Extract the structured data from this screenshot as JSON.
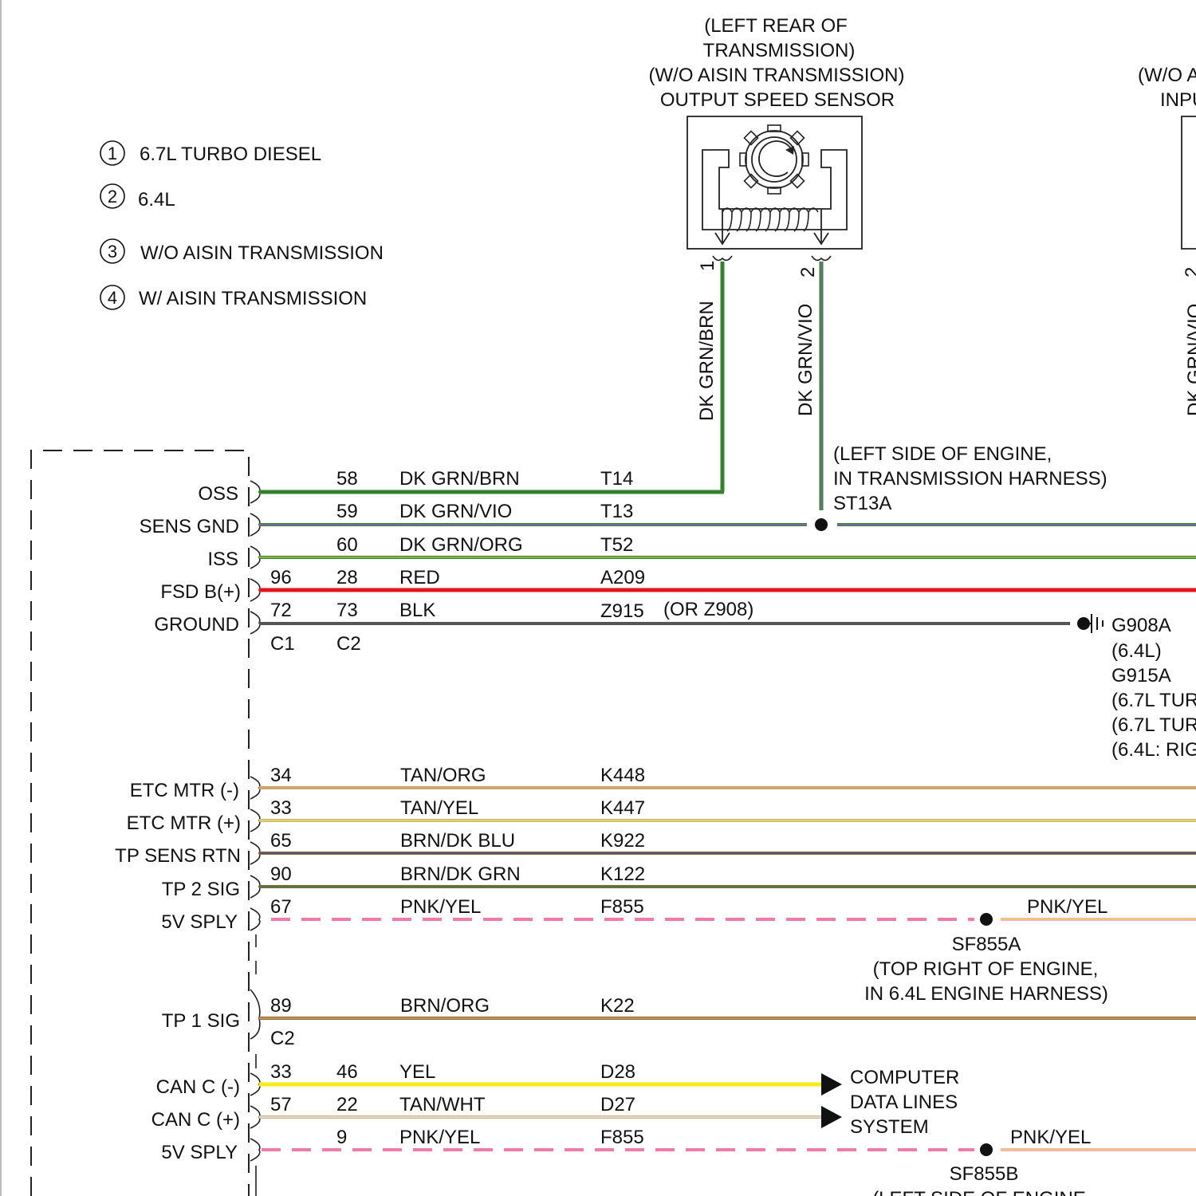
{
  "notes": [
    {
      "num": "1",
      "text": "6.7L TURBO DIESEL"
    },
    {
      "num": "2",
      "text": "6.4L"
    },
    {
      "num": "3",
      "text": "W/O AISIN TRANSMISSION"
    },
    {
      "num": "4",
      "text": "W/ AISIN TRANSMISSION"
    }
  ],
  "oss_sensor": {
    "title_lines": [
      "(LEFT REAR OF",
      "TRANSMISSION)",
      "(W/O AISIN TRANSMISSION)",
      "OUTPUT SPEED SENSOR"
    ],
    "pin1": "1",
    "pin2": "2",
    "wire1_color": "DK GRN/BRN",
    "wire2_color": "DK GRN/VIO"
  },
  "iss_sensor_partial": {
    "title_lines": [
      "(W/O A",
      "INPU"
    ],
    "wire_color": "DK GRN/VIO",
    "pin": "2"
  },
  "upper_connector": {
    "label_c1": "C1",
    "label_c2": "C2",
    "wires": [
      {
        "name": "OSS",
        "pin_c1": "",
        "pin_c2": "58",
        "color": "DK GRN/BRN",
        "circuit": "T14",
        "note": "",
        "stroke": "#2e8a2e",
        "tracer": "#6b4a2a"
      },
      {
        "name": "SENS GND",
        "pin_c1": "",
        "pin_c2": "59",
        "color": "DK GRN/VIO",
        "circuit": "T13",
        "note": "",
        "stroke": "#2e8a2e",
        "tracer": "#9b59c9"
      },
      {
        "name": "ISS",
        "pin_c1": "",
        "pin_c2": "60",
        "color": "DK GRN/ORG",
        "circuit": "T52",
        "note": "",
        "stroke": "#2e8a2e",
        "tracer": "#d6c24a"
      },
      {
        "name": "FSD B(+)",
        "pin_c1": "96",
        "pin_c2": "28",
        "color": "RED",
        "circuit": "A209",
        "note": "",
        "stroke": "#e5151c",
        "tracer": "#e5151c"
      },
      {
        "name": "GROUND",
        "pin_c1": "72",
        "pin_c2": "73",
        "color": "BLK",
        "circuit": "Z915",
        "note": "(OR Z908)",
        "stroke": "#555555",
        "tracer": "#555555"
      }
    ]
  },
  "splice_st13a": {
    "lines": [
      "(LEFT SIDE OF ENGINE,",
      "IN TRANSMISSION HARNESS)",
      "ST13A"
    ]
  },
  "ground_g908a": {
    "lines": [
      "G908A",
      "(6.4L)",
      "G915A",
      "(6.7L TUR",
      "(6.7L TUR",
      "(6.4L: RIG"
    ]
  },
  "middle_connector": {
    "wires": [
      {
        "name": "ETC MTR (-)",
        "pin": "34",
        "color": "TAN/ORG",
        "circuit": "K448",
        "stroke": "#c9a774",
        "tracer": "#e0a050"
      },
      {
        "name": "ETC MTR (+)",
        "pin": "33",
        "color": "TAN/YEL",
        "circuit": "K447",
        "stroke": "#c9b074",
        "tracer": "#e8e050"
      },
      {
        "name": "TP SENS RTN",
        "pin": "65",
        "color": "BRN/DK BLU",
        "circuit": "K922",
        "stroke": "#8a6a3a",
        "tracer": "#3a4a8a"
      },
      {
        "name": "TP 2 SIG",
        "pin": "90",
        "color": "BRN/DK GRN",
        "circuit": "K122",
        "stroke": "#7a6a3a",
        "tracer": "#4a7a3a"
      },
      {
        "name": "5V SPLY",
        "pin": "67",
        "color": "PNK/YEL",
        "circuit": "F855",
        "stroke": "#f07aa8",
        "tracer": "#f07aa8"
      }
    ],
    "right_color": "PNK/YEL"
  },
  "splice_sf855a": {
    "lines": [
      "SF855A",
      "(TOP RIGHT OF ENGINE,",
      "IN 6.4L ENGINE HARNESS)"
    ]
  },
  "tp1": {
    "name": "TP 1 SIG",
    "pin": "89",
    "color": "BRN/ORG",
    "circuit": "K22",
    "connector": "C2"
  },
  "lower_connector": {
    "wires": [
      {
        "name": "CAN C (-)",
        "pin_c1": "33",
        "pin_c2": "46",
        "color": "YEL",
        "circuit": "D28"
      },
      {
        "name": "CAN C (+)",
        "pin_c1": "57",
        "pin_c2": "22",
        "color": "TAN/WHT",
        "circuit": "D27"
      },
      {
        "name": "5V SPLY",
        "pin_c1": "",
        "pin_c2": "9",
        "color": "PNK/YEL",
        "circuit": "F855"
      }
    ],
    "right_color": "PNK/YEL"
  },
  "data_lines": {
    "lines": [
      "COMPUTER",
      "DATA LINES",
      "SYSTEM"
    ]
  },
  "splice_sf855b": {
    "lines": [
      "SF855B",
      "(LEFT SIDE OF ENGINE"
    ]
  }
}
